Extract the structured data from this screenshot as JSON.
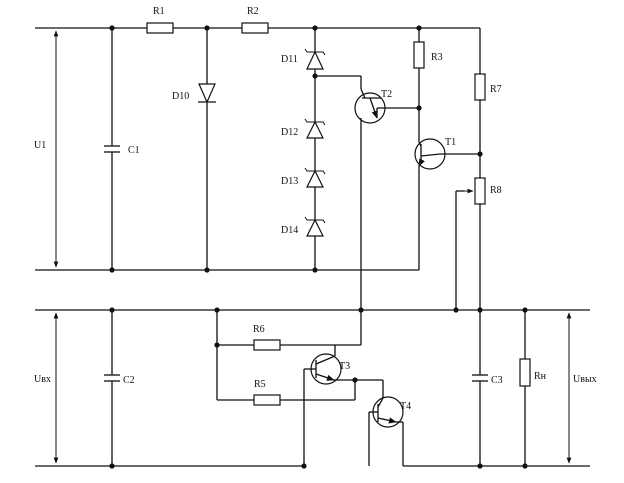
{
  "labels": {
    "r1": "R1",
    "r2": "R2",
    "r3": "R3",
    "r5": "R5",
    "r6": "R6",
    "r7": "R7",
    "r8": "R8",
    "rn": "Rн",
    "c1": "C1",
    "c2": "C2",
    "c3": "C3",
    "d10": "D10",
    "d11": "D11",
    "d12": "D12",
    "d13": "D13",
    "d14": "D14",
    "t1": "T1",
    "t2": "T2",
    "t3": "T3",
    "t4": "T4",
    "u1": "U1",
    "uin": "Uвх",
    "uout": "Uвых"
  },
  "colors": {
    "line": "#111111",
    "background": "#ffffff"
  }
}
